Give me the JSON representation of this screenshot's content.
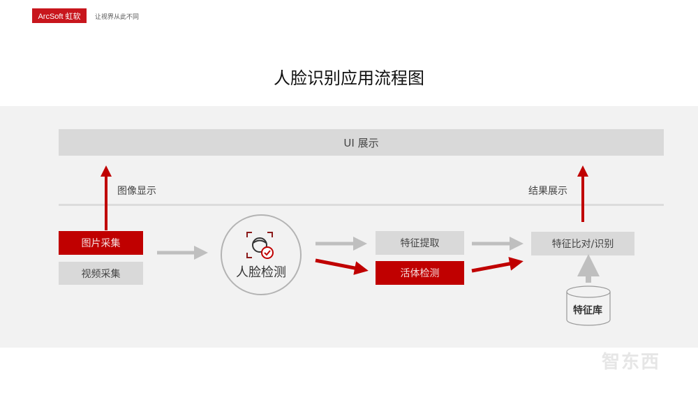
{
  "header": {
    "logo_text": "ArcSoft 虹软",
    "slogan": "让视界从此不同"
  },
  "diagram": {
    "title": "人脸识别应用流程图",
    "ui_bar": "UI 展示",
    "labels": {
      "image_display": "图像显示",
      "result_display": "结果展示"
    },
    "nodes": {
      "image_capture": "图片采集",
      "video_capture": "视频采集",
      "face_detection": "人脸检测",
      "feature_extraction": "特征提取",
      "liveness_detection": "活体检测",
      "feature_match": "特征比对/识别",
      "feature_db": "特征库"
    },
    "colors": {
      "accent_red": "#c00000",
      "box_grey": "#d9d9d9",
      "arrow_grey": "#bfbfbf",
      "panel_bg": "#f2f2f2"
    }
  },
  "watermark": {
    "text": "智东西"
  }
}
